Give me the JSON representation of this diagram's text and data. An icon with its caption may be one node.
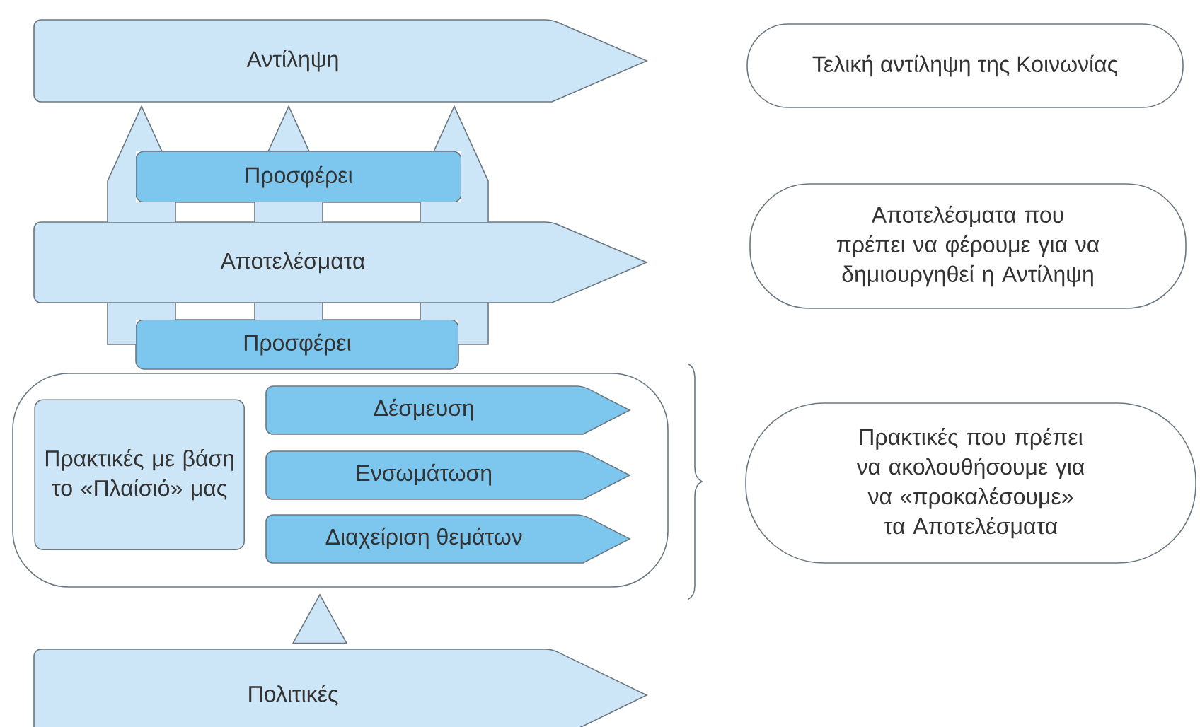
{
  "diagram": {
    "nodes": [
      {
        "text": [
          "Αντίληψη"
        ]
      },
      {
        "text": [
          "Προσφέρει"
        ]
      },
      {
        "text": [
          "Αποτελέσματα"
        ]
      },
      {
        "text": [
          "Προσφέρει"
        ]
      },
      {
        "text": [],
        "shape": "box"
      },
      {
        "text": [
          "Πρακτικές με βάση το «Πλαίσιό» μας"
        ],
        "in": 4
      },
      {
        "text": [
          "Δέσμευση"
        ],
        "in": 4
      },
      {
        "text": [
          "Ενσωμάτωση"
        ],
        "in": 4
      },
      {
        "text": [
          "Διαχείριση θεμάτων"
        ],
        "in": 4
      },
      {
        "text": [
          "Πολιτικές"
        ]
      },
      {
        "text": [
          "Τελική αντίληψη της Κοινωνίας"
        ]
      },
      {
        "text": [
          "Αποτελέσματα που πρέπει να φέρουμε για να δημιουργηθεί η Αντίληψη"
        ]
      },
      {
        "text": [
          "Πρακτικές που πρέπει να ακολουθήσουμε για να «προκαλέσουμε» τα Αποτελέσματα"
        ]
      }
    ],
    "edges": [
      {
        "from": 3,
        "to": 0,
        "arrow": "to"
      },
      {
        "from": 3,
        "to": 0,
        "arrow": "to"
      },
      {
        "from": 3,
        "to": 0,
        "arrow": "to"
      },
      {
        "from": 9,
        "to": 4,
        "arrow": "to"
      }
    ]
  }
}
